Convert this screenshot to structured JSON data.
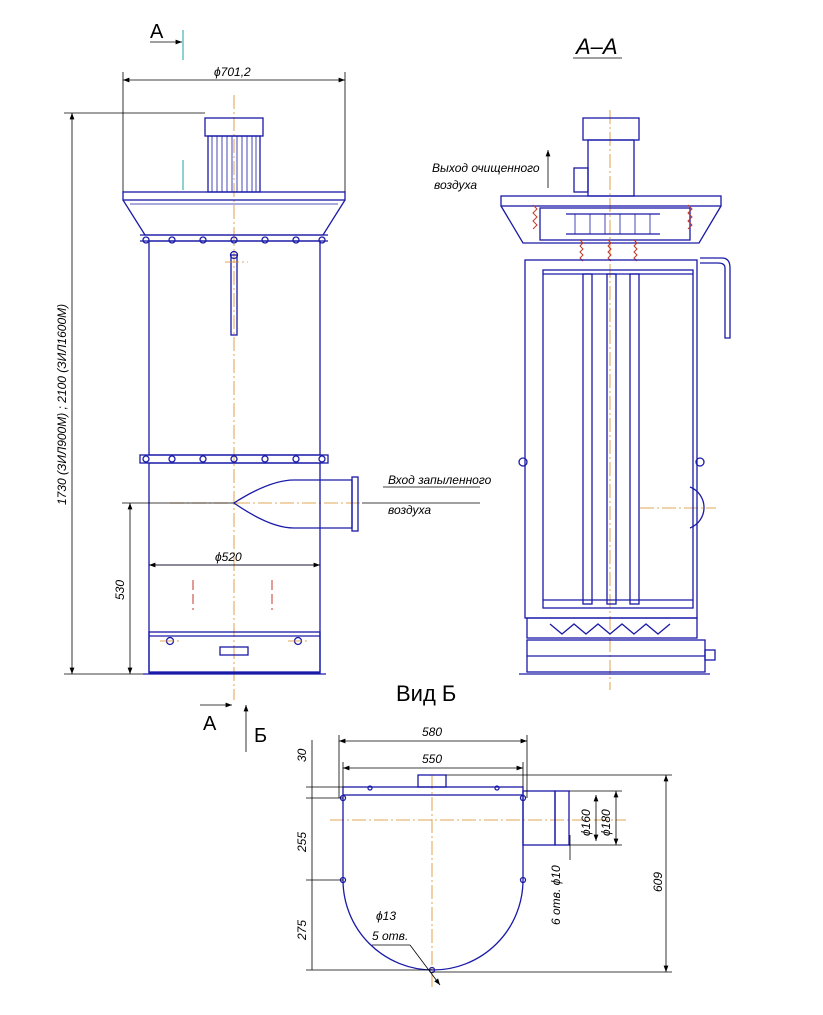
{
  "labels": {
    "section_mark_top": "А",
    "section_mark_bottom": "А",
    "view_mark_bottom": "Б",
    "section_title": "А–А",
    "view_title": "Вид Б",
    "outlet_line1": "Выход очищенного",
    "outlet_line2": "воздуха",
    "inlet_line1": "Вход запыленного",
    "inlet_line2": "воздуха"
  },
  "dimensions": {
    "top_diameter": "ϕ701,2",
    "body_diameter": "ϕ520",
    "height_total": "1730 (ЗИЛ900М) ;     2100 (ЗИЛ1600М)",
    "height_inlet": "530",
    "view_width_580": "580",
    "view_width_550": "550",
    "view_left_30": "30",
    "view_left_255": "255",
    "view_left_275": "275",
    "view_right_609": "609",
    "flange_160": "ϕ160",
    "flange_180": "ϕ180",
    "holes_10": "6 отв. ϕ10",
    "holes_13_a": "ϕ13",
    "holes_13_b": "5 отв."
  }
}
